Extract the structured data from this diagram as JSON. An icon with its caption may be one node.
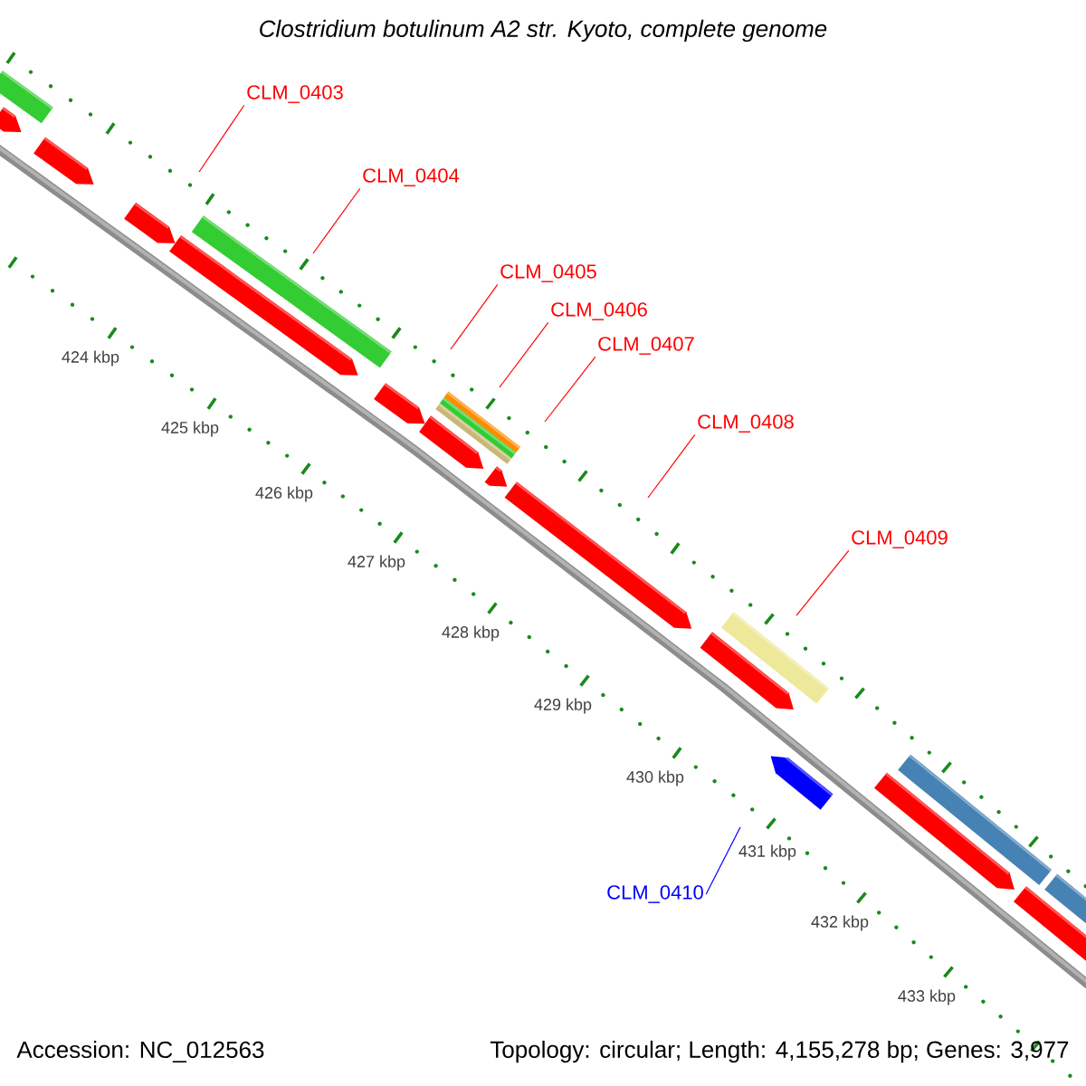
{
  "diagram": {
    "title": "Clostridium botulinum A2 str. Kyoto, complete genome",
    "nodes": [
      {
        "text": [
          "CLM_0403"
        ]
      },
      {
        "text": [
          "CLM_0404"
        ]
      },
      {
        "text": [
          "CLM_0405"
        ]
      },
      {
        "text": [
          "CLM_0406"
        ]
      },
      {
        "text": [
          "CLM_0407"
        ]
      },
      {
        "text": [
          "CLM_0408"
        ]
      },
      {
        "text": [
          "CLM_0409"
        ]
      },
      {
        "text": [
          "CLM_0410"
        ]
      }
    ],
    "edges": [
      {
        "from": 0,
        "to": null,
        "arrow": "none"
      },
      {
        "from": 1,
        "to": null,
        "arrow": "none"
      },
      {
        "from": 2,
        "to": null,
        "arrow": "none"
      },
      {
        "from": 3,
        "to": null,
        "arrow": "none"
      },
      {
        "from": 4,
        "to": null,
        "arrow": "none"
      },
      {
        "from": 5,
        "to": null,
        "arrow": "none"
      },
      {
        "from": 6,
        "to": null,
        "arrow": "none"
      },
      {
        "from": 7,
        "to": null,
        "arrow": "none",
        "color": "#0000ff"
      }
    ],
    "labels": [
      "424 kbp",
      "425 kbp",
      "426 kbp",
      "427 kbp",
      "428 kbp",
      "429 kbp",
      "430 kbp",
      "431 kbp",
      "432 kbp",
      "433 kbp",
      "Accession: NC_012563",
      "Topology: circular; Length: 4,155,278 bp; Genes: 3,977"
    ]
  }
}
